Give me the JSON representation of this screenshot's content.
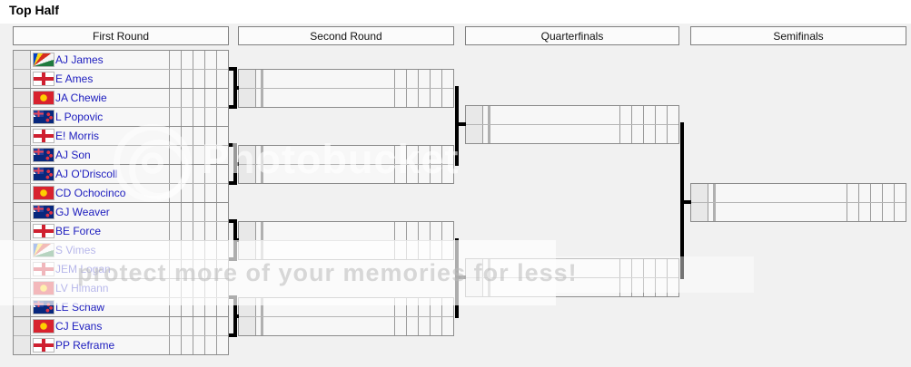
{
  "title": "Top Half",
  "rounds": [
    {
      "label": "First Round"
    },
    {
      "label": "Second Round"
    },
    {
      "label": "Quarterfinals"
    },
    {
      "label": "Semifinals"
    }
  ],
  "players": [
    {
      "name": "AJ James",
      "flag": "seychelles"
    },
    {
      "name": "E Ames",
      "flag": "england"
    },
    {
      "name": "JA Chewie",
      "flag": "kyrgyzstan"
    },
    {
      "name": "L Popovic",
      "flag": "new-zealand"
    },
    {
      "name": "E! Morris",
      "flag": "england"
    },
    {
      "name": "AJ Son",
      "flag": "new-zealand"
    },
    {
      "name": "AJ O'Driscoll",
      "flag": "new-zealand"
    },
    {
      "name": "CD Ochocinco",
      "flag": "kyrgyzstan"
    },
    {
      "name": "GJ Weaver",
      "flag": "new-zealand"
    },
    {
      "name": "BE Force",
      "flag": "england"
    },
    {
      "name": "S Vimes",
      "flag": "seychelles"
    },
    {
      "name": "JEM Logan",
      "flag": "england"
    },
    {
      "name": "LV Himann",
      "flag": "kyrgyzstan"
    },
    {
      "name": "LE Schaw",
      "flag": "new-zealand"
    },
    {
      "name": "CJ Evans",
      "flag": "kyrgyzstan"
    },
    {
      "name": "PP Reframe",
      "flag": "england"
    }
  ],
  "watermark": {
    "brand": "Photobucket",
    "tagline": "protect more of your memories for less!"
  },
  "colors": {
    "player_link": "#1c1cbe",
    "connector": "#000000",
    "seed_cell_bg": "#e8e8e8",
    "page_bg": "#f1f1f1"
  }
}
